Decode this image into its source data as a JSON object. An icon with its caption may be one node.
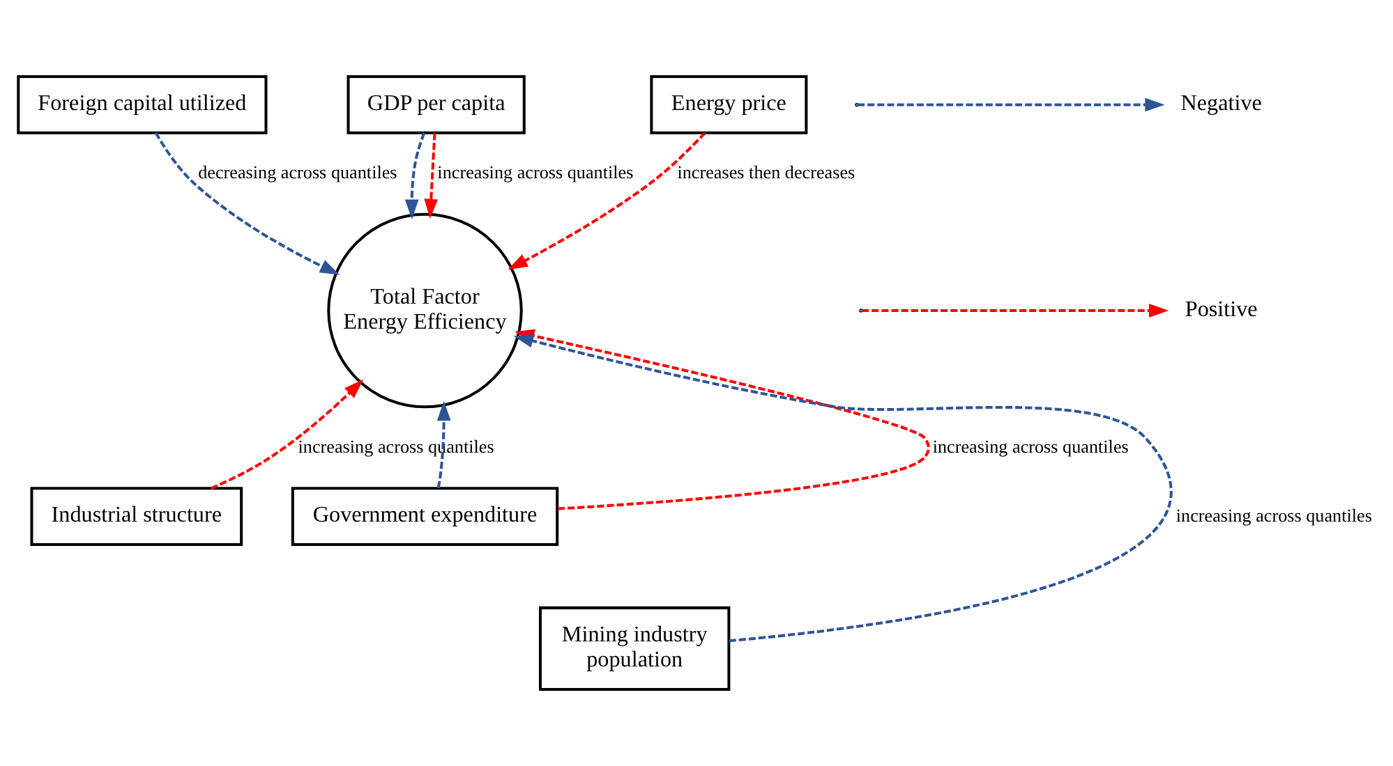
{
  "diagram": {
    "nodes": [
      {
        "text": [
          "Foreign capital utilized"
        ]
      },
      {
        "text": [
          "GDP per capita"
        ]
      },
      {
        "text": [
          "Energy price"
        ]
      },
      {
        "text": [
          "Total Factor Energy Efficiency"
        ]
      },
      {
        "text": [
          "Industrial structure"
        ]
      },
      {
        "text": [
          "Government expenditure"
        ]
      },
      {
        "text": [
          "Mining industry population"
        ]
      }
    ],
    "edges": [
      {
        "from": 0,
        "to": 3,
        "arrow": "to",
        "style": "dashed",
        "color": "#2e5597",
        "label": "decreasing across quantiles"
      },
      {
        "from": 1,
        "to": 3,
        "arrow": "to",
        "style": "dashed",
        "color": "#2e5597"
      },
      {
        "from": 1,
        "to": 3,
        "arrow": "to",
        "style": "dashed",
        "color": "#ff0000",
        "label": "increasing across quantiles"
      },
      {
        "from": 2,
        "to": 3,
        "arrow": "to",
        "style": "dashed",
        "color": "#ff0000",
        "label": "increases then decreases"
      },
      {
        "from": 4,
        "to": 3,
        "arrow": "to",
        "style": "dashed",
        "color": "#ff0000",
        "label": "increasing across quantiles"
      },
      {
        "from": 5,
        "to": 3,
        "arrow": "to",
        "style": "dashed",
        "color": "#ff0000",
        "label": "increasing across quantiles"
      },
      {
        "from": 5,
        "to": 3,
        "arrow": "to",
        "style": "dashed",
        "color": "#2e5597"
      },
      {
        "from": 6,
        "to": 3,
        "arrow": "to",
        "style": "dashed",
        "color": "#2e5597",
        "label": "increasing across quantiles"
      }
    ],
    "legend": [
      {
        "text": "Negative"
      },
      {
        "text": "Positive"
      }
    ]
  }
}
